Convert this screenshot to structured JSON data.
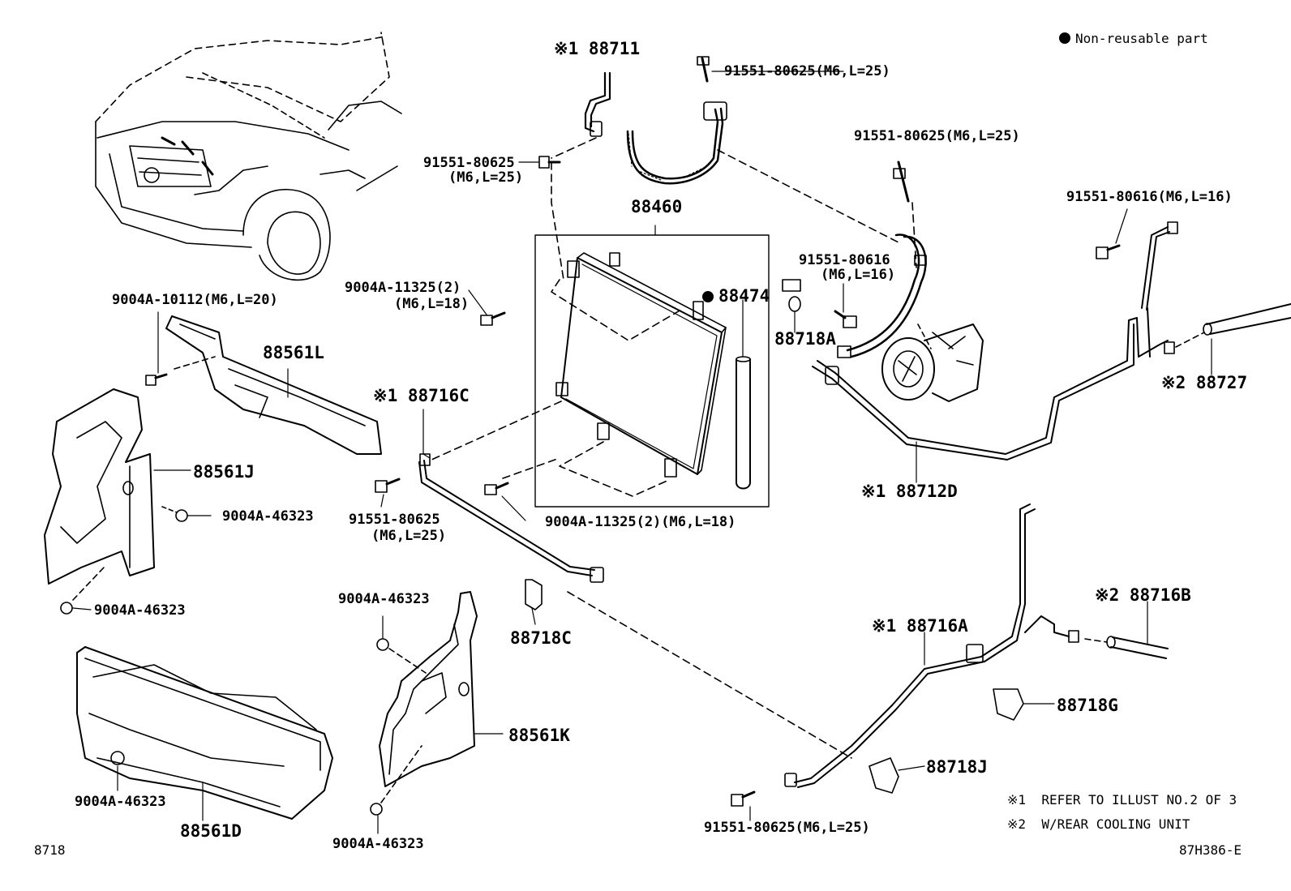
{
  "legend": {
    "non_reusable": "Non-reusable part"
  },
  "notes": {
    "n1_mark": "※1",
    "n1_text": "REFER TO ILLUST NO.2 OF 3",
    "n2_mark": "※2",
    "n2_text": "W/REAR COOLING UNIT"
  },
  "corner": {
    "left_code": "8718",
    "right_code": "87H386-E"
  },
  "parts": {
    "p88711": "※1 88711",
    "p88460": "88460",
    "p88474": "88474",
    "p88561L": "88561L",
    "p88561J": "88561J",
    "p88561K": "88561K",
    "p88561D": "88561D",
    "p88716C": "※1 88716C",
    "p88716A": "※1 88716A",
    "p88716B": "※2 88716B",
    "p88712D": "※1 88712D",
    "p88727": "※2 88727",
    "p88718A": "88718A",
    "p88718C": "88718C",
    "p88718G": "88718G",
    "p88718J": "88718J"
  },
  "fasteners": {
    "f1": "91551-80625(M6,L=25)",
    "f2a": "91551-80625",
    "f2b": "(M6,L=25)",
    "f3": "91551-80625(M6,L=25)",
    "f4": "91551-80616(M6,L=16)",
    "f5a": "91551-80616",
    "f5b": "(M6,L=16)",
    "f6a": "9004A-11325(2)",
    "f6b": "(M6,L=18)",
    "f7": "9004A-10112(M6,L=20)",
    "f8": "9004A-46323",
    "f9": "9004A-46323",
    "f10a": "91551-80625",
    "f10b": "(M6,L=25)",
    "f11": "9004A-11325(2)(M6,L=18)",
    "f12": "9004A-46323",
    "f13": "9004A-46323",
    "f14": "9004A-46323",
    "f15": "91551-80625(M6,L=25)"
  }
}
